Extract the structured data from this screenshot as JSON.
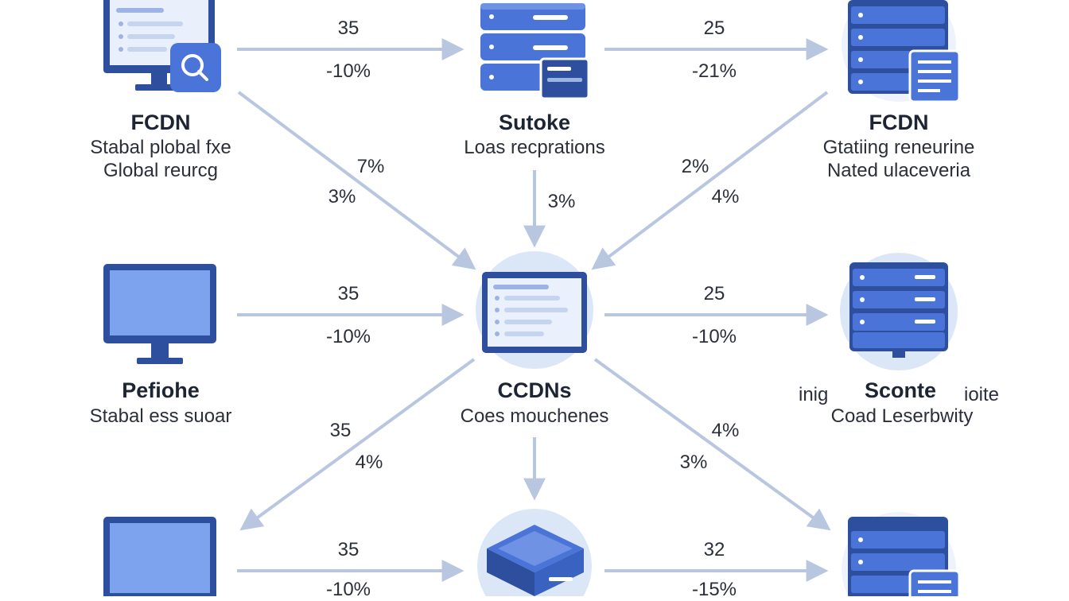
{
  "nodes": {
    "top_left": {
      "title": "FCDN",
      "lines": [
        "Stabal plobal fxe",
        "Global reurcg"
      ]
    },
    "top_center": {
      "title": "Sutoke",
      "lines": [
        "Loas recprations"
      ]
    },
    "top_right": {
      "title": "FCDN",
      "lines": [
        "Gtatiing reneurine",
        "Nated ulaceveria"
      ]
    },
    "middle_left": {
      "title": "Pefiohe",
      "lines": [
        "Stabal ess suoar"
      ]
    },
    "center": {
      "title": "CCDNs",
      "lines": [
        "Coes mouchenes"
      ]
    },
    "middle_right": {
      "title": "Sconte",
      "prefix": "inig",
      "suffix": "ioite",
      "lines": [
        "Coad Leserbwity"
      ]
    }
  },
  "edges": {
    "tl_tc": {
      "value": "35",
      "change": "-10%"
    },
    "tc_tr": {
      "value": "25",
      "change": "-21%"
    },
    "tl_c": {
      "a": "7%",
      "b": "3%"
    },
    "tc_c": {
      "a": "3%"
    },
    "tr_c": {
      "a": "2%",
      "b": "4%"
    },
    "ml_c": {
      "value": "35",
      "change": "-10%"
    },
    "c_mr": {
      "value": "25",
      "change": "-10%"
    },
    "c_bl": {
      "a": "35",
      "b": "4%"
    },
    "c_br": {
      "a": "4%",
      "b": "3%"
    },
    "bl_bc": {
      "value": "35",
      "change": "-10%"
    },
    "bc_br": {
      "value": "32",
      "change": "-15%"
    }
  },
  "colors": {
    "primary": "#4a74d8",
    "dark": "#2d4f9e",
    "screen": "#7ea3ee",
    "light": "#dbe6f7",
    "arrow": "#b9c6df"
  }
}
